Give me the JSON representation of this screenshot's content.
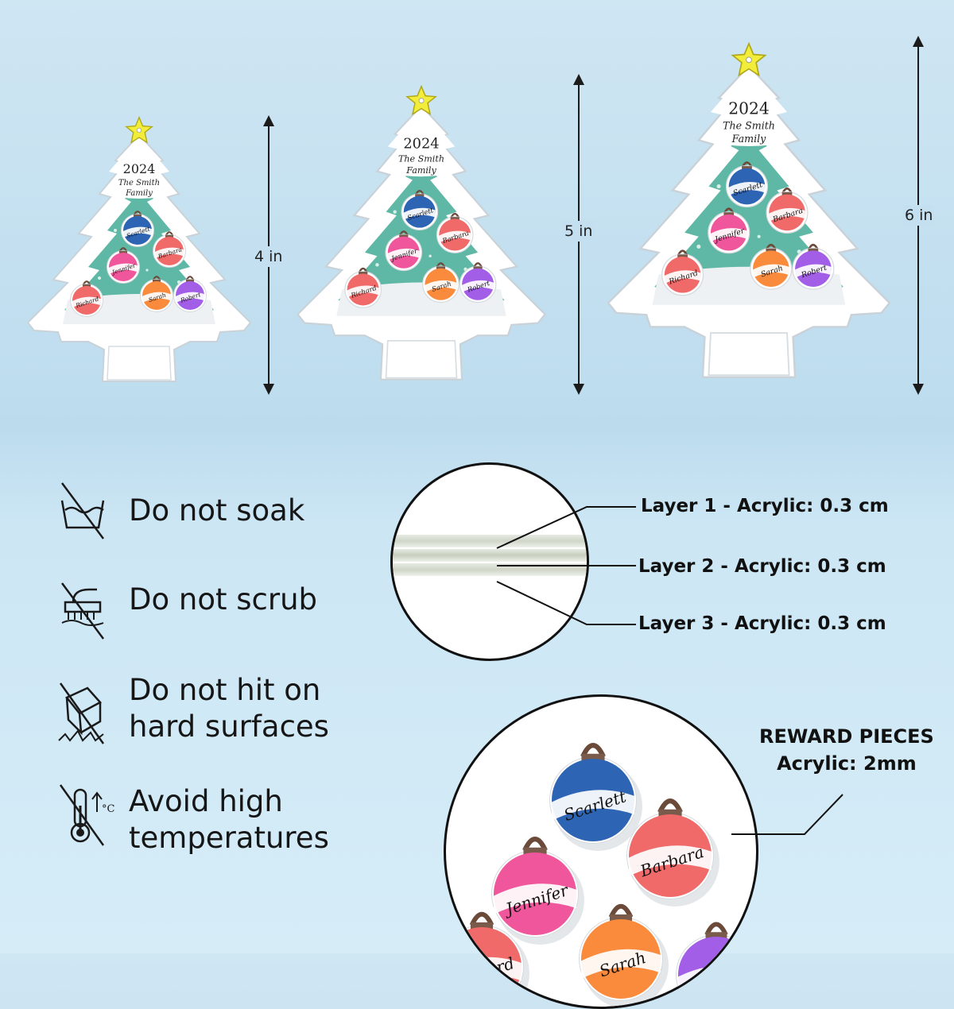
{
  "ornaments": [
    {
      "size_label": "4 in"
    },
    {
      "size_label": "5 in"
    },
    {
      "size_label": "6 in"
    }
  ],
  "ornament_text": {
    "year": "2024",
    "line1": "The Smith",
    "line2": "Family"
  },
  "names": [
    "Scarlett",
    "Barbara",
    "Jennifer",
    "Richard",
    "Sarah",
    "Robert"
  ],
  "care": [
    {
      "icon": "no-soak-icon",
      "lines": [
        "Do not soak"
      ]
    },
    {
      "icon": "no-scrub-icon",
      "lines": [
        "Do not scrub"
      ]
    },
    {
      "icon": "no-impact-icon",
      "lines": [
        "Do not hit on",
        "hard surfaces"
      ]
    },
    {
      "icon": "no-heat-icon",
      "lines": [
        "Avoid high",
        "temperatures"
      ]
    }
  ],
  "layers": [
    {
      "label": "Layer 1 - Acrylic: 0.3 cm"
    },
    {
      "label": "Layer 2 - Acrylic: 0.3 cm"
    },
    {
      "label": "Layer 3 - Acrylic: 0.3 cm"
    }
  ],
  "reward": {
    "title": "REWARD PIECES",
    "subtitle": "Acrylic: 2mm"
  },
  "colors": {
    "tree_green": "#5fb8a6",
    "ball_blue": "#2e64b4",
    "ball_red": "#f06a6a",
    "ball_pink": "#f0569c",
    "ball_orange": "#fa8b3c",
    "ball_purple": "#a35ee8",
    "star": "#f2ec3a"
  }
}
